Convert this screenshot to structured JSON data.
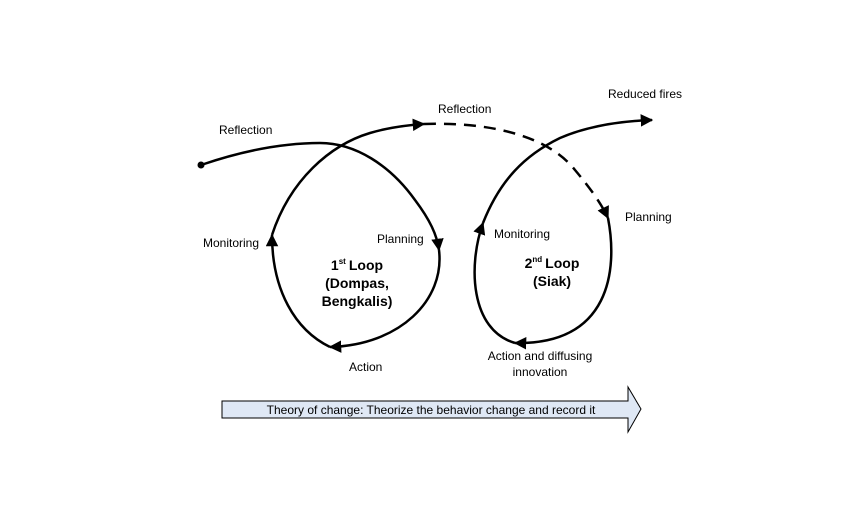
{
  "labels": {
    "reflection_1": "Reflection",
    "reflection_2": "Reflection",
    "reduced_fires": "Reduced fires",
    "planning_1": "Planning",
    "planning_2": "Planning",
    "monitoring_1": "Monitoring",
    "monitoring_2": "Monitoring",
    "action_1": "Action",
    "action_2_line1": "Action and diffusing",
    "action_2_line2": "innovation"
  },
  "loop1": {
    "number": "1",
    "ordinal_suffix": "st",
    "word": "Loop",
    "line2": "(Dompas,",
    "line3": "Bengkalis)"
  },
  "loop2": {
    "number": "2",
    "ordinal_suffix": "nd",
    "word": "Loop",
    "line2": "(Siak)"
  },
  "banner": {
    "text": "Theory of change: Theorize the behavior change and record it",
    "fill_color": "#dfe8f5"
  }
}
